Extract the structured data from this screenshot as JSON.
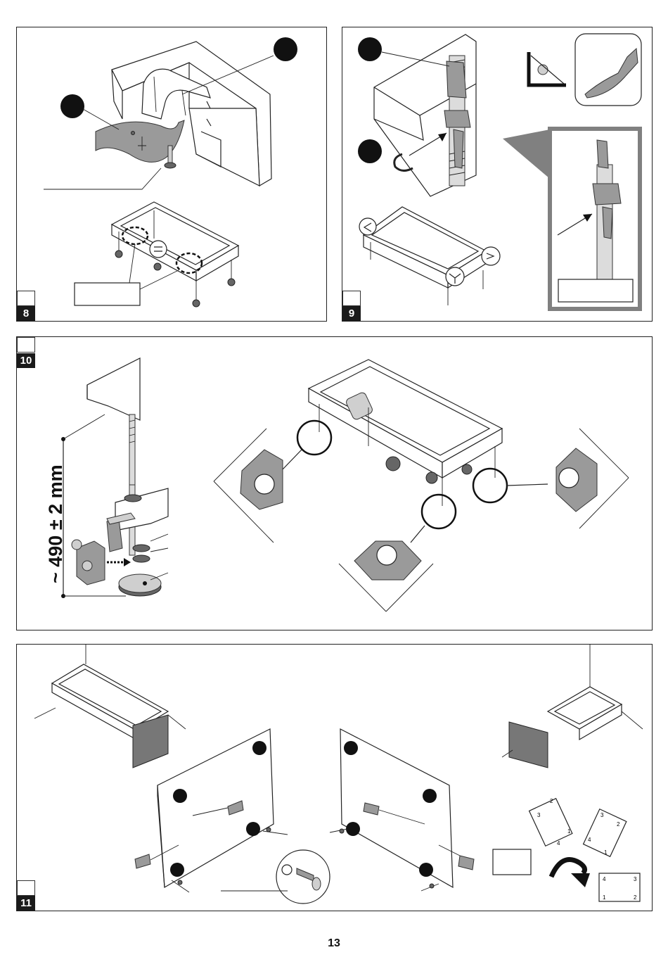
{
  "steps": [
    {
      "number": "8"
    },
    {
      "number": "9"
    },
    {
      "number": "10",
      "dimension_label": "~ 490 ± 2 mm"
    },
    {
      "number": "11"
    }
  ],
  "page_number": "13",
  "colors": {
    "accent_dark": "#1a1a1a",
    "detail_frame": "#808080",
    "part_gray": "#9a9a9a"
  },
  "icons": [
    "bracket-icon",
    "clip-icon",
    "screw-icon",
    "foot-icon",
    "rotate-arrow-icon",
    "card-icon"
  ],
  "cards": {
    "card_a": [
      "2",
      "3",
      "4",
      "1"
    ],
    "card_b": [
      "3",
      "2",
      "4",
      "1"
    ],
    "card_c": [
      "4",
      "3",
      "1",
      "2"
    ]
  }
}
